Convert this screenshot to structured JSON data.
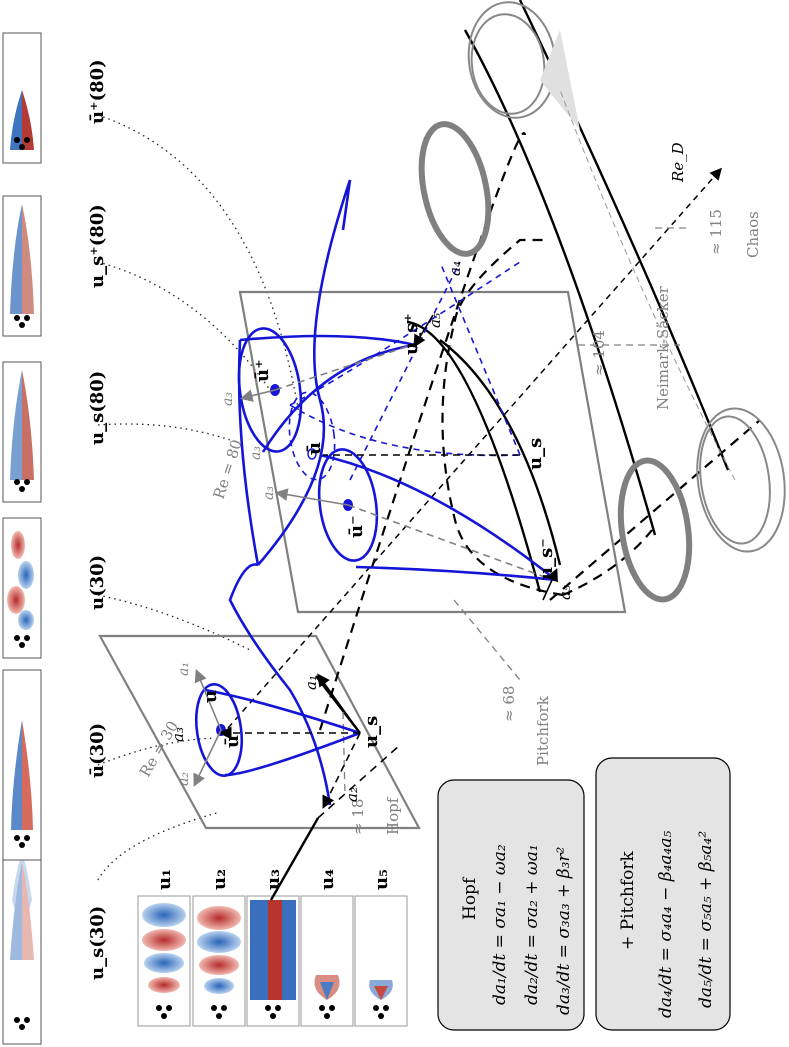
{
  "state_snapshots": [
    {
      "key": "us30",
      "label": "u_s(30)"
    },
    {
      "key": "ubar30",
      "label": "ū(30)"
    },
    {
      "key": "u30",
      "label": "u(30)"
    },
    {
      "key": "us80",
      "label": "u_s(80)"
    },
    {
      "key": "usp80",
      "label": "u_s⁺(80)"
    },
    {
      "key": "ubarp80",
      "label": "ū⁺(80)"
    }
  ],
  "modes": [
    {
      "key": "u1",
      "label": "u₁"
    },
    {
      "key": "u2",
      "label": "u₂"
    },
    {
      "key": "u3",
      "label": "u₃"
    },
    {
      "key": "u4",
      "label": "u₄"
    },
    {
      "key": "u5",
      "label": "u₅"
    }
  ],
  "planes": {
    "re30": "Re = 30",
    "re80": "Re = 80"
  },
  "bifurcations": {
    "hopf": "Hopf",
    "hopf_value": "≈ 18",
    "pitchfork": "Pitchfork",
    "pitchfork_value": "≈ 68",
    "neimark": "Neimark-Säcker",
    "neimark_value": "≈ 104",
    "chaos": "Chaos",
    "chaos_value": "≈ 115",
    "axis": "Re_D"
  },
  "axis_labels": {
    "a1": "a₁",
    "a2": "a₂",
    "a3": "a₃",
    "a4": "a₄",
    "a5": "a₅"
  },
  "point_labels": {
    "us": "u_s",
    "ubar": "ū",
    "u": "u",
    "ubar_minus": "ū⁻",
    "ubar_plus": "ū⁺",
    "us_minus": "u_s⁻",
    "us_plus": "u_s⁺"
  },
  "hopf_box": {
    "title": "Hopf",
    "eq1": "da₁/dt = σa₁ − ωa₂",
    "eq2": "da₂/dt = σa₂ + ωa₁",
    "eq3": "da₃/dt = σ₃a₃ + β₃r²"
  },
  "pitchfork_box": {
    "title": "+ Pitchfork",
    "eq4": "da₄/dt = σ₄a₄ − β₄a₄a₅",
    "eq5": "da₅/dt = σ₅a₅ + β₅a₄²"
  },
  "colors": {
    "blue": "#1515d8",
    "grey": "#808080",
    "box_fill": "#e4e4e4"
  }
}
